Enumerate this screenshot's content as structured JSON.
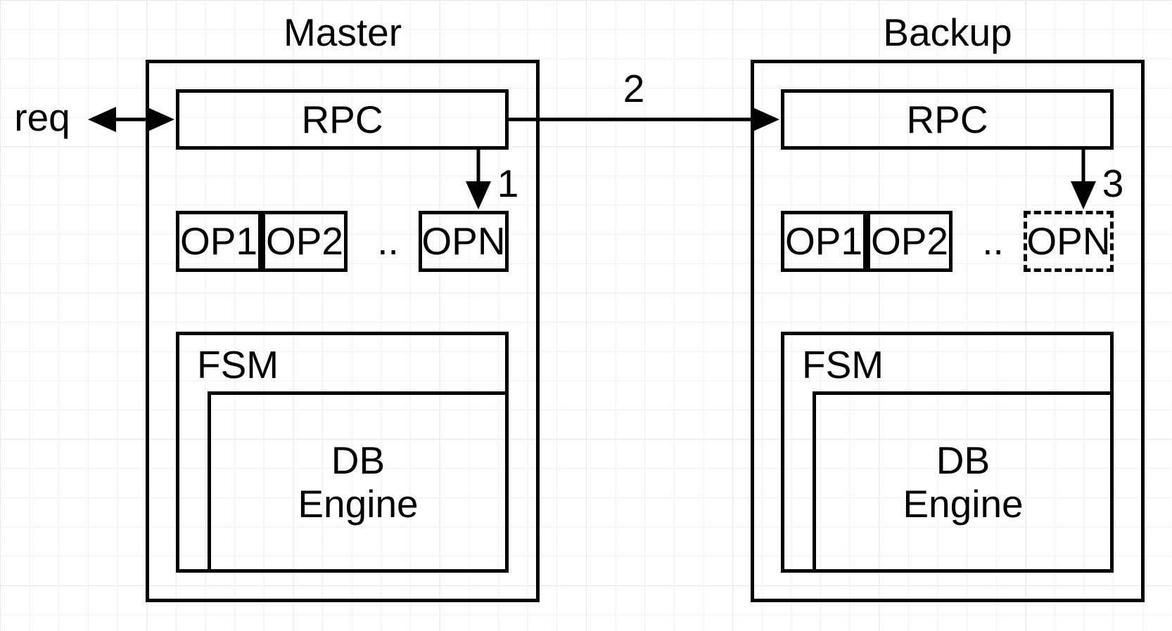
{
  "diagram": {
    "master": {
      "title": "Master",
      "rpc_label": "RPC",
      "op1_label": "OP1",
      "op2_label": "OP2",
      "dots": "..",
      "opn_label": "OPN",
      "fsm_label": "FSM",
      "db_engine_line1": "DB",
      "db_engine_line2": "Engine"
    },
    "backup": {
      "title": "Backup",
      "rpc_label": "RPC",
      "op1_label": "OP1",
      "op2_label": "OP2",
      "dots": "..",
      "opn_label": "OPN",
      "fsm_label": "FSM",
      "db_engine_line1": "DB",
      "db_engine_line2": "Engine"
    },
    "annotations": {
      "req_label": "req",
      "step_1": "1",
      "step_2": "2",
      "step_3": "3"
    },
    "colors": {
      "stroke": "#000000",
      "background": "#ffffff",
      "grid_minor": "#f0f0f0",
      "grid_major": "#e7e7e7"
    }
  }
}
